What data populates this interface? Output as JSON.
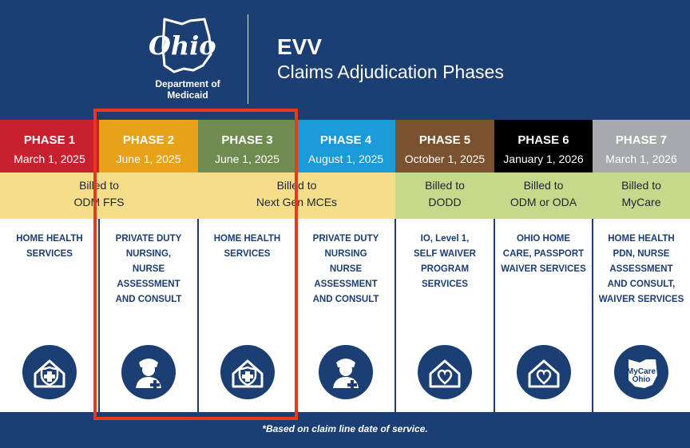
{
  "header": {
    "logo_text": "Ohio",
    "dept_line1": "Department of",
    "dept_line2": "Medicaid",
    "title": "EVV",
    "subtitle": "Claims Adjudication Phases"
  },
  "colors": {
    "background": "#1b3e73",
    "phase1": "#c8202f",
    "phase2": "#e8a21a",
    "phase3": "#708b4f",
    "phase4": "#1a9ad6",
    "phase5": "#7b5230",
    "phase6": "#000000",
    "phase7": "#a7a9ac",
    "billed_yellow": "#f5dd8a",
    "billed_green": "#c5d98b",
    "highlight": "#e8391c"
  },
  "phases": [
    {
      "label": "PHASE 1",
      "date": "March 1, 2025",
      "service_lines": [
        "HOME HEALTH",
        "SERVICES"
      ],
      "icon": "house-shield-icon"
    },
    {
      "label": "PHASE 2",
      "date": "June 1, 2025",
      "service_lines": [
        "PRIVATE DUTY",
        "NURSING,",
        "NURSE",
        "ASSESSMENT",
        "AND CONSULT"
      ],
      "icon": "nurse-icon"
    },
    {
      "label": "PHASE 3",
      "date": "June 1, 2025",
      "service_lines": [
        "HOME HEALTH",
        "SERVICES"
      ],
      "icon": "house-shield-icon"
    },
    {
      "label": "PHASE 4",
      "date": "August 1, 2025",
      "service_lines": [
        "PRIVATE DUTY",
        "NURSING",
        "NURSE",
        "ASSESSMENT",
        "AND CONSULT"
      ],
      "icon": "nurse-icon"
    },
    {
      "label": "PHASE 5",
      "date": "October 1, 2025",
      "service_lines": [
        "IO, Level 1,",
        "SELF WAIVER",
        "PROGRAM",
        "SERVICES"
      ],
      "icon": "house-heart-icon"
    },
    {
      "label": "PHASE 6",
      "date": "January 1, 2026",
      "service_lines": [
        "OHIO HOME",
        "CARE, PASSPORT",
        "WAIVER SERVICES"
      ],
      "icon": "house-heart-icon"
    },
    {
      "label": "PHASE 7",
      "date": "March 1, 2026",
      "service_lines": [
        "HOME HEALTH",
        "PDN, NURSE",
        "ASSESSMENT",
        "AND CONSULT,",
        "WAIVER SERVICES"
      ],
      "icon": "mycare-ohio-icon"
    }
  ],
  "billed": [
    {
      "lines": [
        "Billed to",
        "ODM FFS"
      ]
    },
    {
      "lines": [
        "Billed to",
        "Next Gen MCEs"
      ]
    },
    {
      "lines": [
        "Billed to",
        "DODD"
      ]
    },
    {
      "lines": [
        "Billed to",
        "ODM or ODA"
      ]
    },
    {
      "lines": [
        "Billed to",
        "MyCare"
      ]
    }
  ],
  "mycare_label": [
    "MyCare",
    "Ohio"
  ],
  "footnote": "*Based on claim line date of service."
}
